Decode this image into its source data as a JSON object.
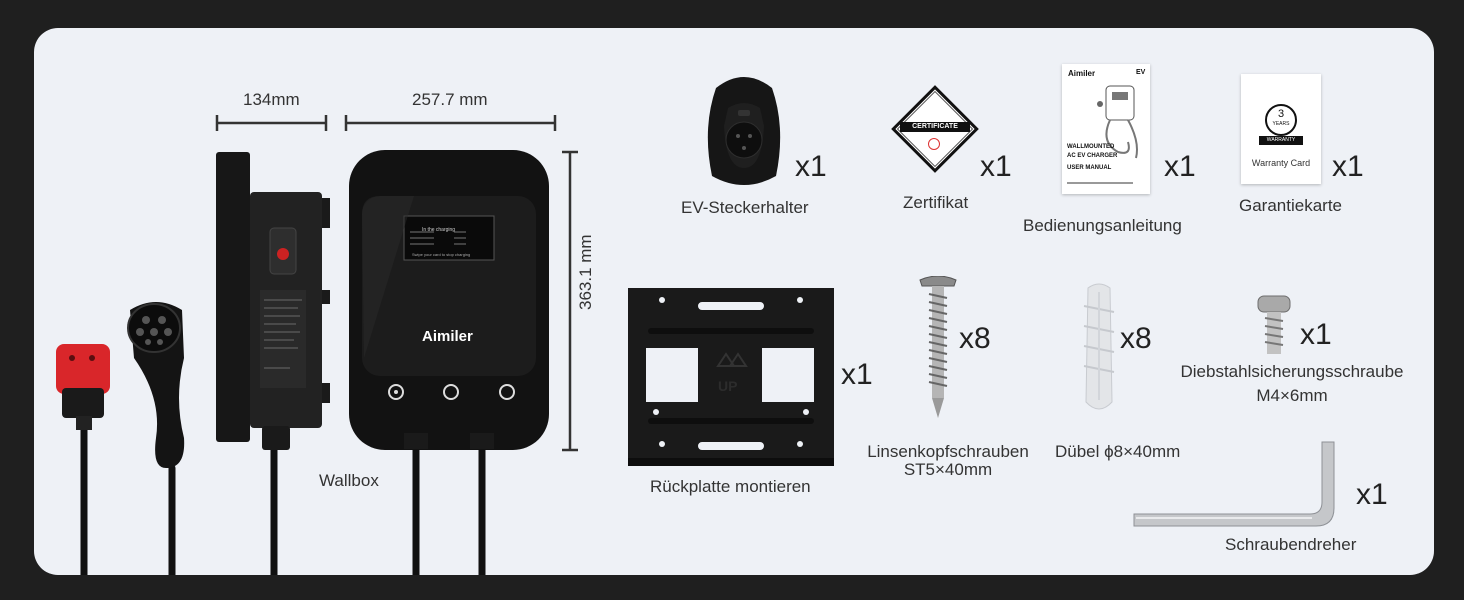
{
  "dimensions": {
    "width_label": "134mm",
    "front_width_label": "257.7 mm",
    "height_label": "363.1 mm"
  },
  "wallbox": {
    "label": "Wallbox",
    "brand": "Aimiler",
    "screen_title": "In the charging",
    "screen_footer": "Swipe your card to stop charging"
  },
  "items": [
    {
      "id": "holder",
      "label": "EV-Steckerhalter",
      "qty": "x1"
    },
    {
      "id": "certificate",
      "label": "Zertifikat",
      "qty": "x1",
      "badge": "CERTIFICATE"
    },
    {
      "id": "manual",
      "label": "Bedienungsanleitung",
      "qty": "x1",
      "brand": "Aimiler",
      "corner": "EV",
      "cover_lines": [
        "WALLMOUNTED",
        "AC EV CHARGER",
        "USER MANUAL"
      ]
    },
    {
      "id": "warranty",
      "label": "Garantiekarte",
      "qty": "x1",
      "badge_years": "3",
      "badge_word": "YEARS",
      "badge_ribbon": "WARRANTY",
      "card_text": "Warranty Card"
    },
    {
      "id": "backplate",
      "label": "Rückplatte montieren",
      "qty": "x1",
      "emboss": "UP"
    },
    {
      "id": "screws",
      "label_line1": "Linsenkopfschrauben",
      "label_line2": "ST5×40mm",
      "qty": "x8"
    },
    {
      "id": "anchors",
      "label": "Dübel ϕ8×40mm",
      "qty": "x8"
    },
    {
      "id": "antitheft",
      "label_line1": "Diebstahlsicherungsschraube",
      "label_line2": "M4×6mm",
      "qty": "x1"
    },
    {
      "id": "hexkey",
      "label": "Schraubendreher",
      "qty": "x1"
    }
  ],
  "colors": {
    "background": "#1f1f1f",
    "panel": "#eef1f6",
    "product": "#151515",
    "plug_red": "#d9262a"
  }
}
